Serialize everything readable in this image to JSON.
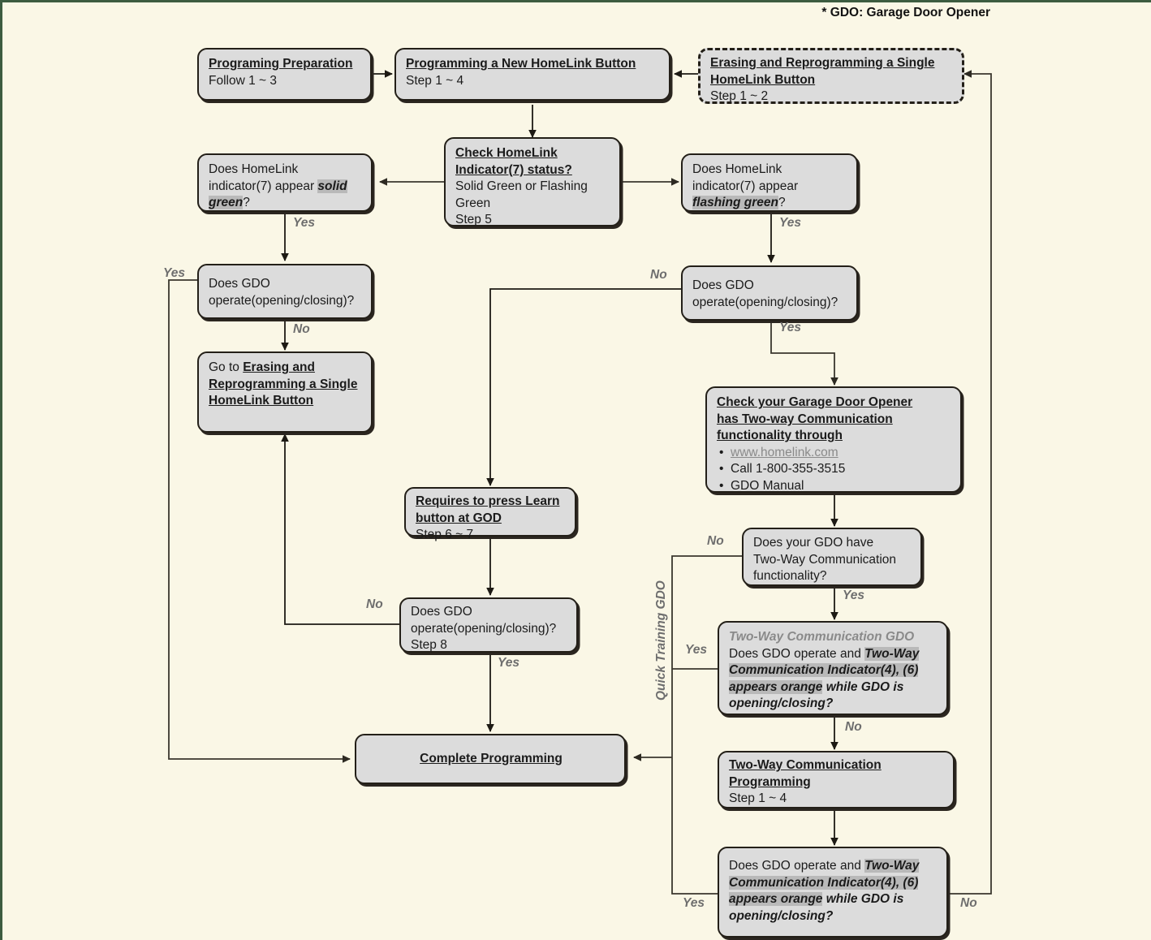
{
  "page": {
    "footnote": "* GDO: Garage Door Opener",
    "bg_color": "#faf7e6",
    "node_fill": "#dcdcdc",
    "node_stroke": "#231f18",
    "highlight_color": "#b9b9b9",
    "label_color": "#6e6e6e"
  },
  "nodes": {
    "prep": {
      "title": "Programing Preparation",
      "body": "Follow 1 ~ 3"
    },
    "new_button": {
      "title": "Programming a New HomeLink Button",
      "body": "Step 1 ~ 4"
    },
    "erasing": {
      "title_line1": "Erasing and Reprogramming a Single",
      "title_line2": "HomeLink Button",
      "body": "Step 1 ~ 2"
    },
    "check_status": {
      "title_line1": "Check HomeLink",
      "title_line2": "Indicator(7) status?",
      "body_line1": "Solid Green or Flashing",
      "body_line2": "Green",
      "body_line3": "Step 5"
    },
    "solid_green": {
      "text_pre": "Does HomeLink indicator(7) appear ",
      "highlight": "solid green",
      "text_post": "?"
    },
    "flashing_green": {
      "text_pre": "Does HomeLink indicator(7) appear ",
      "highlight": "flashing green",
      "text_post": "?"
    },
    "gdo_left": {
      "line1": "Does GDO",
      "line2": "operate(opening/closing)?"
    },
    "gdo_right": {
      "line1": "Does GDO",
      "line2": "operate(opening/closing)?"
    },
    "goto_erasing": {
      "prefix": "Go to ",
      "title": "Erasing and Reprogramming a Single HomeLink Button"
    },
    "learn_button": {
      "title_line1": "Requires to press Learn",
      "title_line2": "button at GOD",
      "body": "Step 6 ~ 7"
    },
    "gdo_step8": {
      "line1": "Does GDO",
      "line2": "operate(opening/closing)?",
      "line3": "Step 8"
    },
    "check_twoway": {
      "title_line1": "Check your Garage Door Opener",
      "title_line2": "has Two-way Communication",
      "title_line3": "functionality through",
      "bullets": [
        "www.homelink.com",
        "Call 1-800-355-3515",
        "GDO Manual"
      ]
    },
    "has_twoway": {
      "line1": "Does your GDO have",
      "line2": "Two-Way Communication",
      "line3": "functionality?"
    },
    "twoway_gdo_check": {
      "header": "Two-Way Communication GDO",
      "text_pre": "Does GDO operate and ",
      "highlight": "Two-Way Communication Indicator(4), (6) appears orange",
      "text_post": " while GDO is opening/closing?"
    },
    "twoway_prog": {
      "title_line1": "Two-Way Communication",
      "title_line2": "Programming",
      "body": "Step 1 ~ 4"
    },
    "twoway_verify": {
      "text_pre": "Does GDO operate and ",
      "highlight": "Two-Way Communication Indicator(4), (6) appears orange",
      "text_post": " while GDO is opening/closing?"
    },
    "complete": {
      "title": "Complete Programming"
    }
  },
  "edge_labels": {
    "solid_yes": "Yes",
    "flashing_yes": "Yes",
    "gdo_left_yes": "Yes",
    "gdo_left_no": "No",
    "gdo_right_no": "No",
    "gdo_right_yes": "Yes",
    "step8_no": "No",
    "step8_yes": "Yes",
    "has_twoway_no": "No",
    "has_twoway_yes": "Yes",
    "twoway_check_yes": "Yes",
    "twoway_check_no": "No",
    "verify_yes": "Yes",
    "verify_no": "No",
    "quick_training": "Quick Training GDO"
  }
}
